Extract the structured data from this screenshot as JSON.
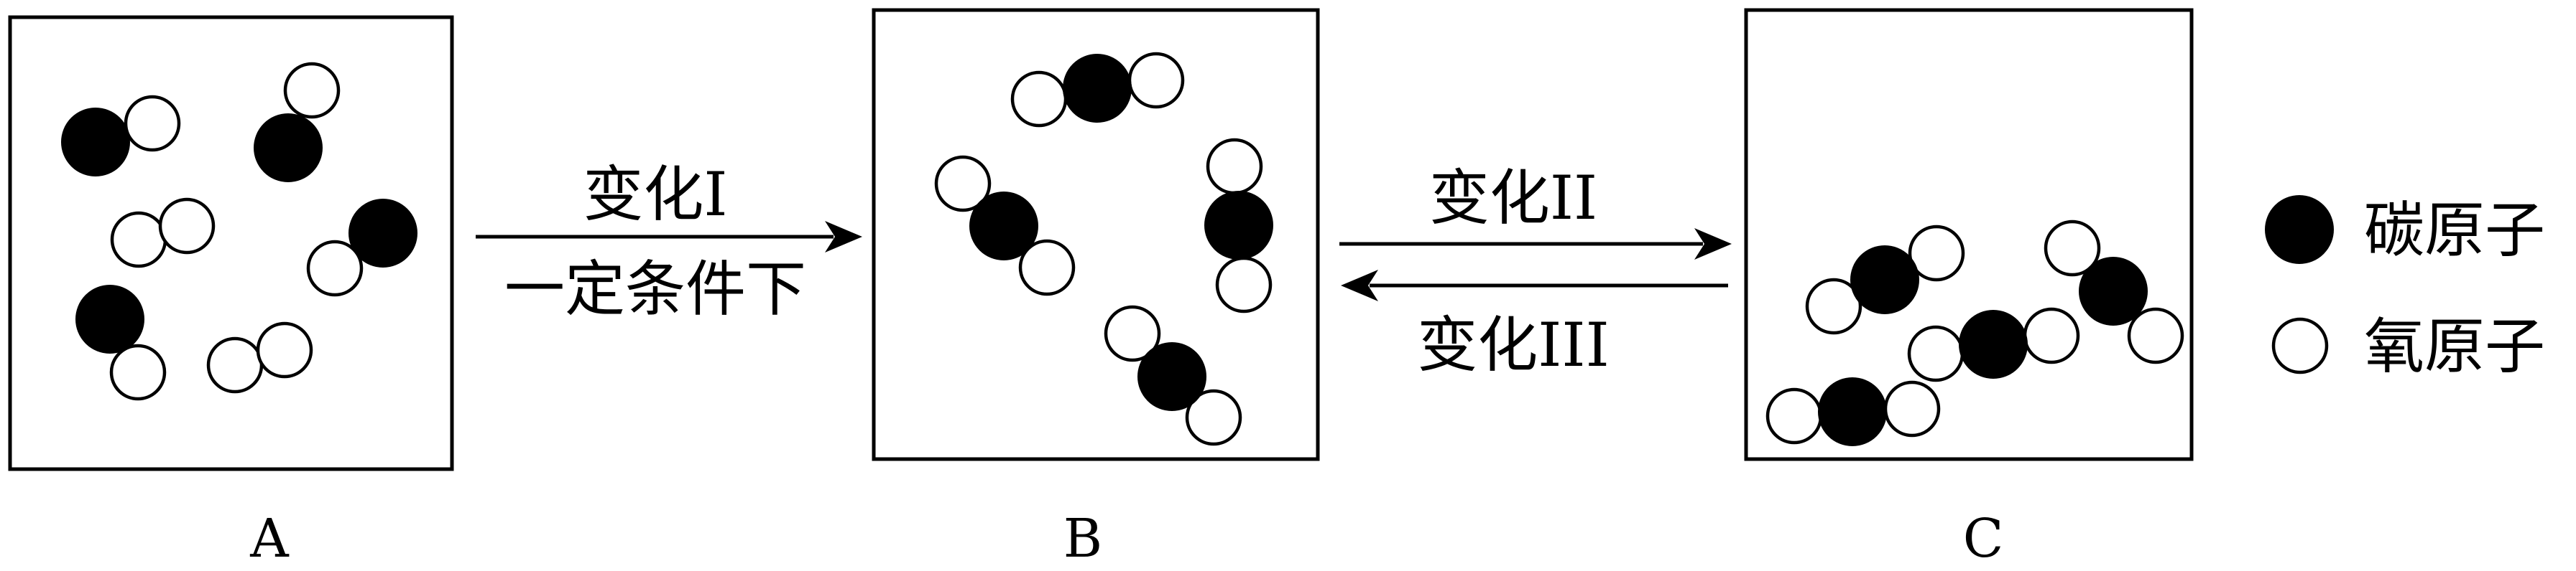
{
  "panels": {
    "a": {
      "label": "A"
    },
    "b": {
      "label": "B"
    },
    "c": {
      "label": "C"
    }
  },
  "arrows": {
    "change1": {
      "label_top": "变化I",
      "label_bottom": "一定条件下"
    },
    "change2": {
      "label": "变化II"
    },
    "change3": {
      "label": "变化III"
    }
  },
  "legend": {
    "carbon": {
      "label": "碳原子"
    },
    "oxygen": {
      "label": "氧原子"
    }
  },
  "colors": {
    "carbon": "#000000",
    "oxygen": "#ffffff",
    "line": "#000000"
  }
}
